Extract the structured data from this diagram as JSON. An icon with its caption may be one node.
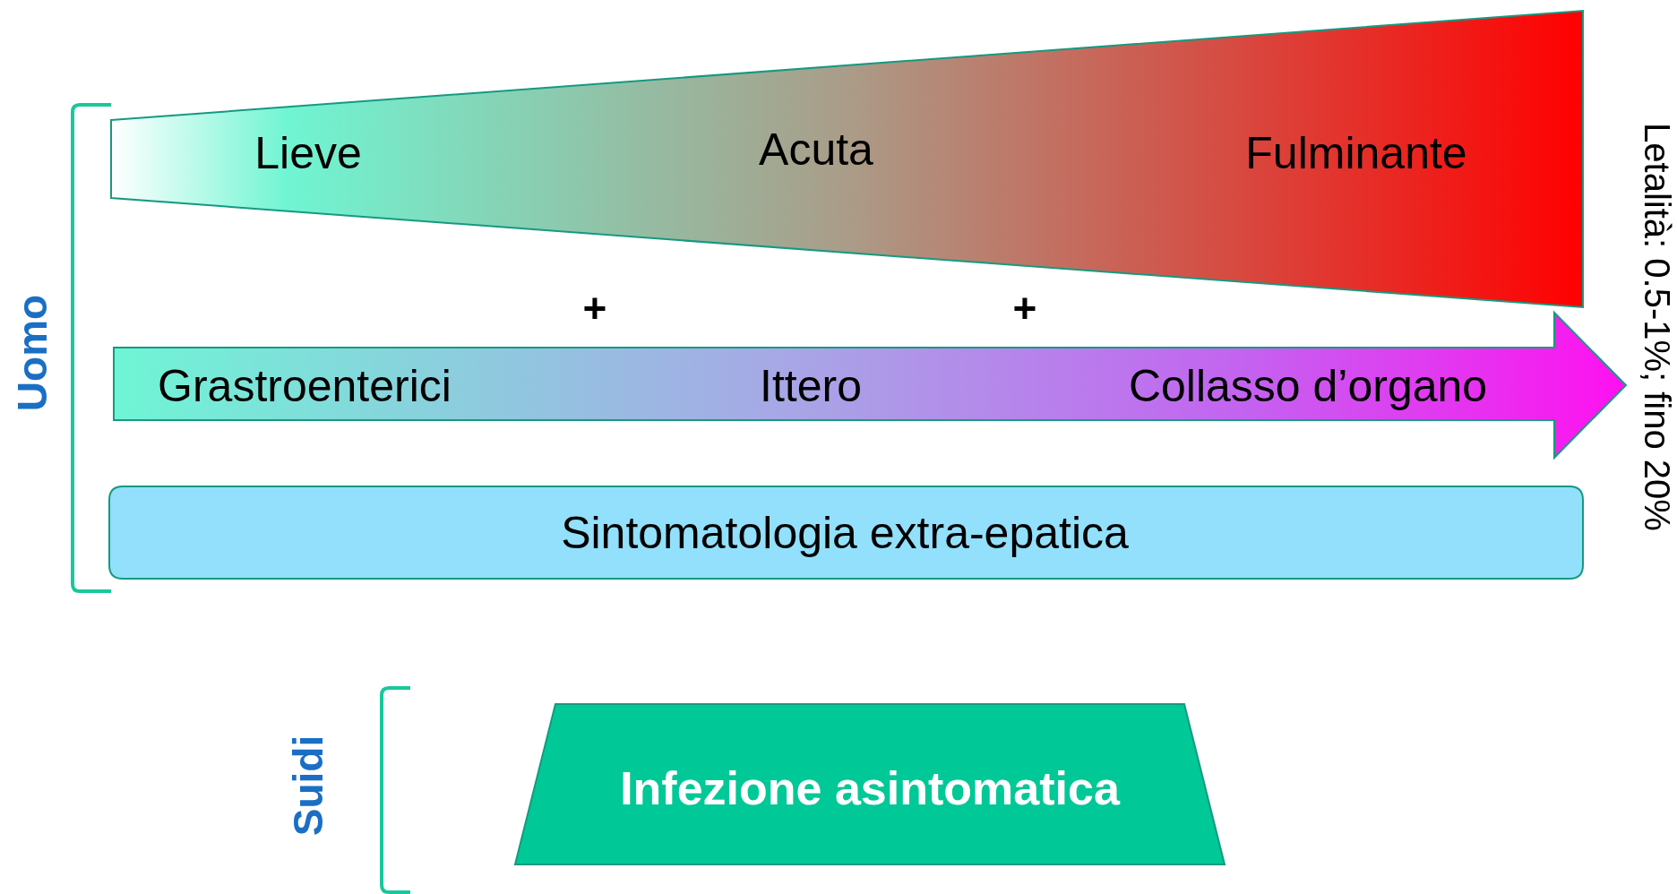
{
  "diagram": {
    "nodes": [
      {
        "text": [
          "Lieve",
          "Acuta",
          "Fulminante"
        ]
      },
      {
        "text": [
          "Grastroenterici",
          "Ittero",
          "Collasso d’organo"
        ]
      },
      {
        "text": [
          "Sintomatologia extra-epatica"
        ]
      },
      {
        "text": [
          "Infezione asintomatica"
        ]
      }
    ],
    "labels": [
      "Uomo",
      "+",
      "+",
      "Letalità: 0.5-1%; fino 20%",
      "Suidi"
    ]
  }
}
